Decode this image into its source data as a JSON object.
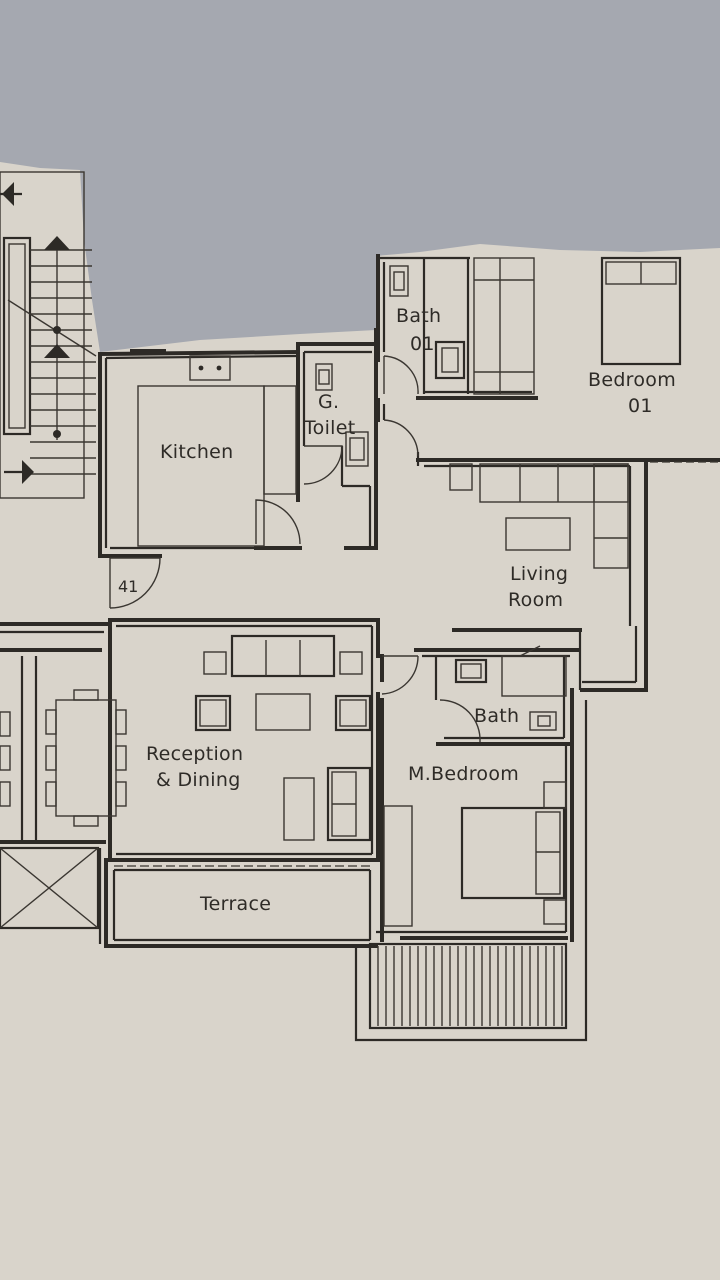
{
  "rooms": {
    "bath_01": "Bath\n01",
    "bedroom_01": "Bedroom\n01",
    "kitchen": "Kitchen",
    "g_toilet": "G.\nToilet",
    "living_room": "Living\nRoom",
    "entry_number": "41",
    "reception_dining": "Reception\n& Dining",
    "bath": "Bath",
    "m_bedroom": "M.Bedroom",
    "terrace": "Terrace"
  },
  "colors": {
    "paper": "#d9d4cb",
    "sky": "#a5a8b0",
    "ink": "#2d2a26"
  }
}
